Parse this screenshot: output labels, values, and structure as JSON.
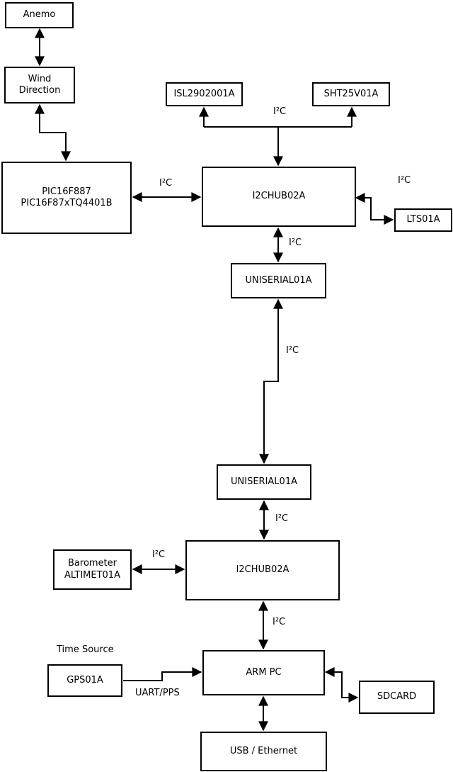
{
  "diagram": {
    "colors": {
      "background": "#ffffff",
      "stroke": "#000000",
      "text": "#000000"
    },
    "nodes": {
      "anemo": {
        "label": "Anemo"
      },
      "wind_direction": {
        "label": "Wind\nDirection"
      },
      "pic": {
        "label": "PIC16F887\nPIC16F87xTQ4401B"
      },
      "isl": {
        "label": "ISL2902001A"
      },
      "sht": {
        "label": "SHT25V01A"
      },
      "hub1": {
        "label": "I2CHUB02A"
      },
      "lts": {
        "label": "LTS01A"
      },
      "uniserial1": {
        "label": "UNISERIAL01A"
      },
      "uniserial2": {
        "label": "UNISERIAL01A"
      },
      "barometer": {
        "label": "Barometer\nALTIMET01A"
      },
      "hub2": {
        "label": "I2CHUB02A"
      },
      "gps": {
        "label": "GPS01A"
      },
      "arm_pc": {
        "label": "ARM PC"
      },
      "sdcard": {
        "label": "SDCARD"
      },
      "usb_ethernet": {
        "label": "USB / Ethernet"
      }
    },
    "labels": {
      "i2c": "I²C",
      "time_source": "Time Source",
      "uart_pps": "UART/PPS"
    }
  }
}
